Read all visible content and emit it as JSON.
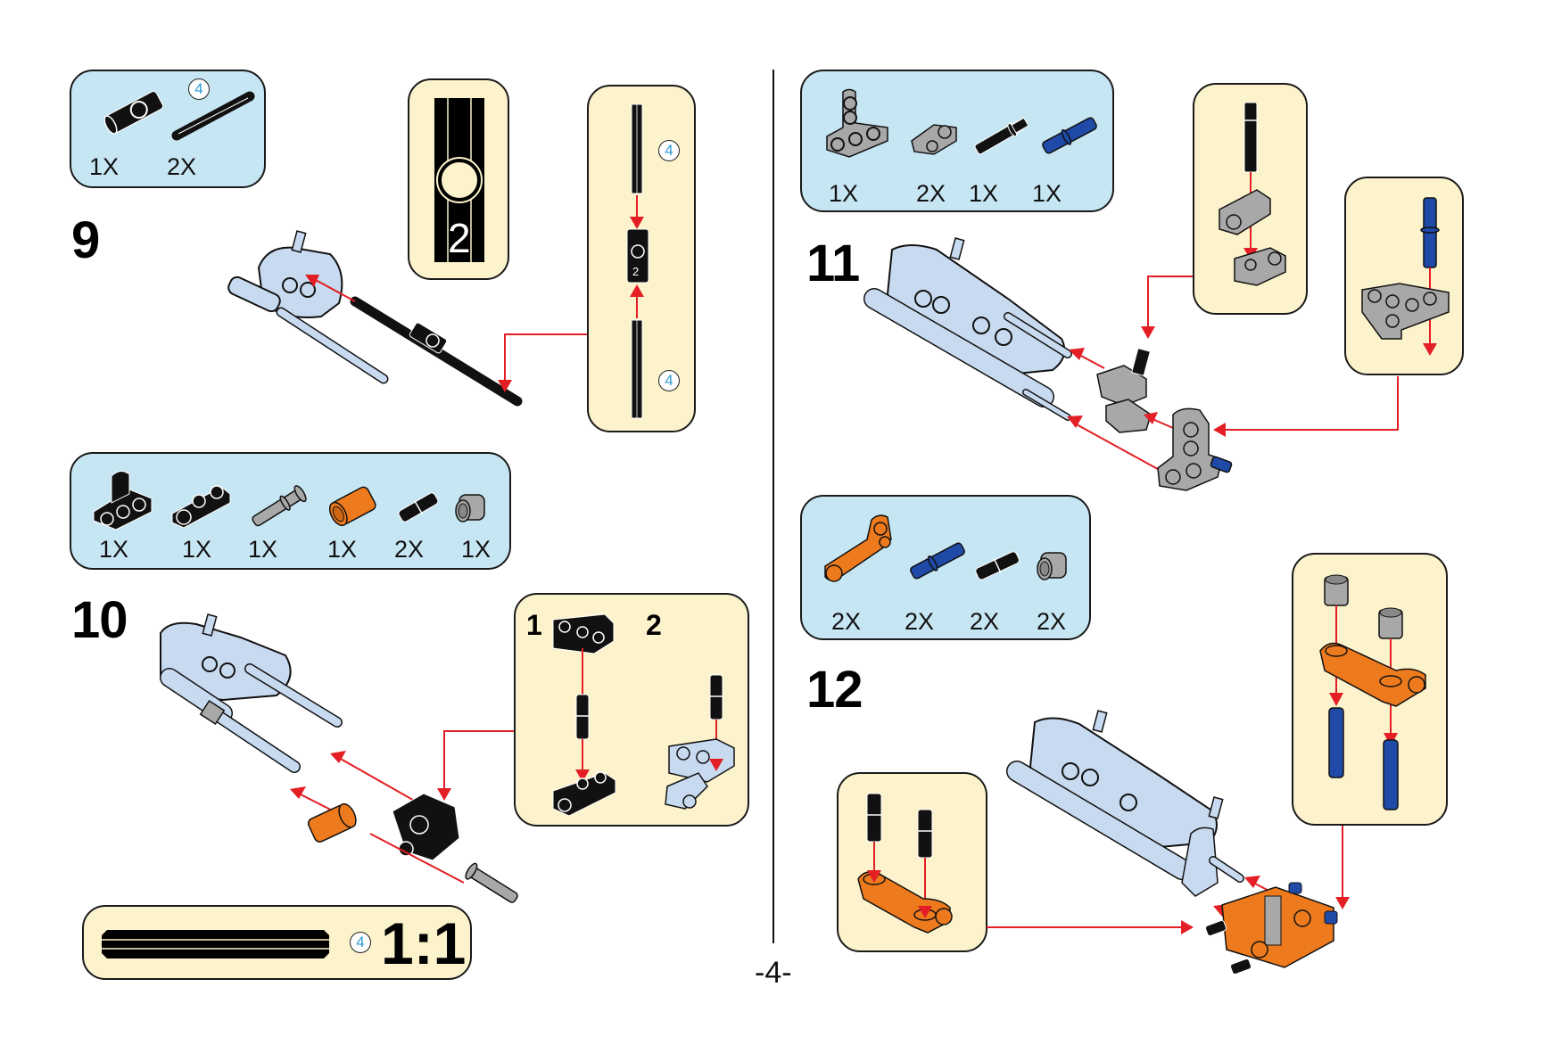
{
  "page": {
    "number": "-4-"
  },
  "colors": {
    "parts_box_bg": "#c7e6f3",
    "sub_box_bg": "#fcf3cc",
    "arrow": "#e31e24",
    "part_light_blue": "#c8daf0",
    "part_black": "#111111",
    "part_gray": "#a8a8a8",
    "part_orange": "#ee7a1e",
    "part_blue": "#1f4aa8",
    "length_label": "#2b9ad6"
  },
  "steps": [
    {
      "number": "9",
      "parts": [
        {
          "icon": "axle-pin-connector-icon",
          "qty": "1X"
        },
        {
          "icon": "axle-4-icon",
          "qty": "2X",
          "length": "4"
        }
      ],
      "callouts": [
        {
          "icon": "connector-label-2-icon",
          "label": "2"
        },
        {
          "icon": "axle-join-icon",
          "lengths": [
            "4",
            "4"
          ],
          "label": "2"
        }
      ]
    },
    {
      "number": "10",
      "parts": [
        {
          "icon": "black-cross-block-icon",
          "qty": "1X"
        },
        {
          "icon": "black-beam-3-icon",
          "qty": "1X"
        },
        {
          "icon": "gray-long-pin-icon",
          "qty": "1X"
        },
        {
          "icon": "orange-bush-icon",
          "qty": "1X"
        },
        {
          "icon": "black-pin-icon",
          "qty": "2X"
        },
        {
          "icon": "gray-bush-icon",
          "qty": "1X"
        }
      ],
      "callouts": [
        {
          "substeps": [
            "1",
            "2"
          ]
        }
      ]
    },
    {
      "number": "11",
      "parts": [
        {
          "icon": "gray-t-beam-icon",
          "qty": "1X"
        },
        {
          "icon": "gray-cross-block-icon",
          "qty": "2X"
        },
        {
          "icon": "black-axle-pin-icon",
          "qty": "1X"
        },
        {
          "icon": "blue-axle-pin-icon",
          "qty": "1X"
        }
      ]
    },
    {
      "number": "12",
      "parts": [
        {
          "icon": "orange-l-beam-icon",
          "qty": "2X"
        },
        {
          "icon": "blue-long-pin-icon",
          "qty": "2X"
        },
        {
          "icon": "black-pin-icon",
          "qty": "2X"
        },
        {
          "icon": "gray-bush-icon",
          "qty": "2X"
        }
      ]
    }
  ],
  "scale_ruler": {
    "length": "4",
    "ratio": "1:1"
  }
}
